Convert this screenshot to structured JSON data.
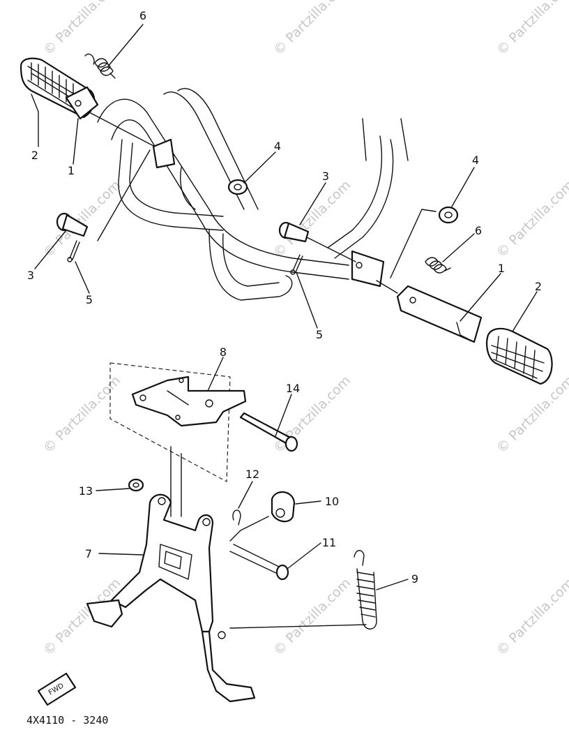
{
  "watermark": "© Partzilla.com",
  "diagram_code": "4X4110 - 3240",
  "fwd_label": "FWD",
  "callouts": {
    "c1_left": "1",
    "c1_right": "1",
    "c2_left": "2",
    "c2_right": "2",
    "c3_left": "3",
    "c3_right": "3",
    "c4_left": "4",
    "c4_right": "4",
    "c5_left": "5",
    "c5_right": "5",
    "c6_left": "6",
    "c6_right": "6",
    "c7": "7",
    "c8": "8",
    "c9": "9",
    "c10": "10",
    "c11": "11",
    "c12": "12",
    "c13": "13",
    "c14": "14"
  }
}
